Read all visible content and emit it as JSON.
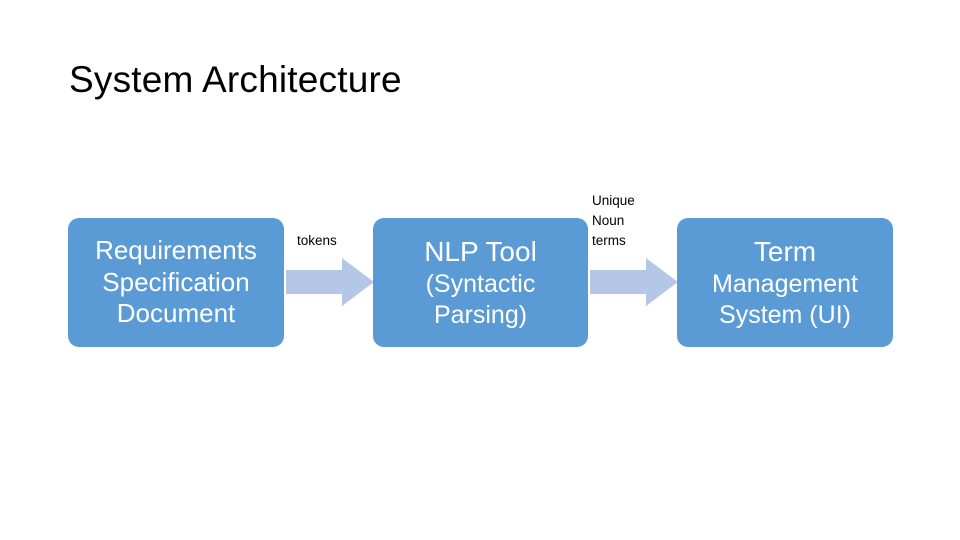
{
  "slide": {
    "title": "System Architecture",
    "background_color": "#FFFFFF",
    "box_color": "#5B9BD5",
    "arrow_color": "#B4C7E7",
    "text_color": "#FFFFFF",
    "label_color": "#000000"
  },
  "boxes": [
    {
      "name": "requirements-specification-document",
      "lines": [
        "Requirements",
        "Specification",
        "Document"
      ]
    },
    {
      "name": "nlp-tool",
      "lines": [
        "NLP Tool",
        "(Syntactic",
        "Parsing)"
      ]
    },
    {
      "name": "term-management-system",
      "lines": [
        "Term",
        "Management",
        "System (UI)"
      ]
    }
  ],
  "arrows": [
    {
      "name": "tokens-arrow",
      "icon": "right-arrow-icon",
      "label_lines": [
        "tokens"
      ]
    },
    {
      "name": "unique-noun-terms-arrow",
      "icon": "right-arrow-icon",
      "label_lines": [
        "Unique",
        "Noun",
        "terms"
      ]
    }
  ]
}
